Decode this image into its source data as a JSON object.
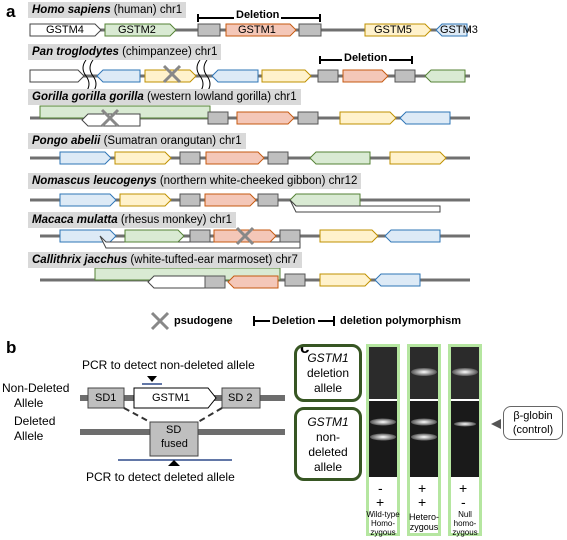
{
  "panels": {
    "a": "a",
    "b": "b",
    "c": "c"
  },
  "panel_a": {
    "species": [
      {
        "latin": "Homo sapiens",
        "rest": " (human) chr1"
      },
      {
        "latin": "Pan troglodytes",
        "rest": " (chimpanzee) chr1"
      },
      {
        "latin": "Gorilla gorilla gorilla",
        "rest": " (western lowland gorilla) chr1"
      },
      {
        "latin": "Pongo abelii",
        "rest": " (Sumatran orangutan) chr1"
      },
      {
        "latin": "Nomascus leucogenys",
        "rest": " (northern white-cheeked gibbon) chr12"
      },
      {
        "latin": "Macaca mulatta",
        "rest": " (rhesus monkey) chr1"
      },
      {
        "latin": "Callithrix jacchus",
        "rest": " (white-tufted-ear marmoset) chr7"
      }
    ],
    "gene_labels": {
      "gstm4": "GSTM4",
      "gstm2": "GSTM2",
      "gstm1": "GSTM1",
      "gstm5": "GSTM5",
      "gstm3": "GSTM3"
    },
    "deletion_label": "Deletion",
    "legend": {
      "pseudogene": "psudogene",
      "deletion": "Deletion",
      "polymorphism": "deletion polymorphism"
    }
  },
  "panel_b": {
    "pcr_top": "PCR to detect non-deleted allele",
    "pcr_bottom": "PCR to detect deleted allele",
    "non_deleted_1": "Non-Deleted",
    "non_deleted_2": "Allele",
    "deleted_1": "Deleted",
    "deleted_2": "Allele",
    "sd1": "SD1",
    "gstm1": "GSTM1",
    "sd2": "SD 2",
    "sd_fused_1": "SD",
    "sd_fused_2": "fused"
  },
  "panel_c": {
    "box1_gene": "GSTM1",
    "box1_l2": "deletion",
    "box1_l3": "allele",
    "box2_gene": "GSTM1",
    "box2_l2": "non-",
    "box2_l3": "deleted",
    "box2_l4": "allele",
    "control_1": "β-globin",
    "control_2": "(control)",
    "lanes": [
      {
        "del": "-",
        "non": "+",
        "l1": "Wild-type",
        "l2": "Homo-",
        "l3": "zygous"
      },
      {
        "del": "+",
        "non": "+",
        "l1": "Hetero-",
        "l2": "zygous",
        "l3": ""
      },
      {
        "del": "+",
        "non": "-",
        "l1": "Null",
        "l2": "homo-",
        "l3": "zygous"
      }
    ]
  },
  "colors": {
    "gstm4": "#ffffff",
    "gstm2": "#d9ead3",
    "gstm1": "#f4c7b8",
    "gstm5": "#fff2cc",
    "gstm3": "#ddeaf6",
    "gstm2_border": "#548235",
    "gstm1_border": "#c55a11",
    "gstm5_border": "#bf9000",
    "gstm3_border": "#2e75b6",
    "gel_frame": "#b5e6a0",
    "box_border": "#375623"
  }
}
